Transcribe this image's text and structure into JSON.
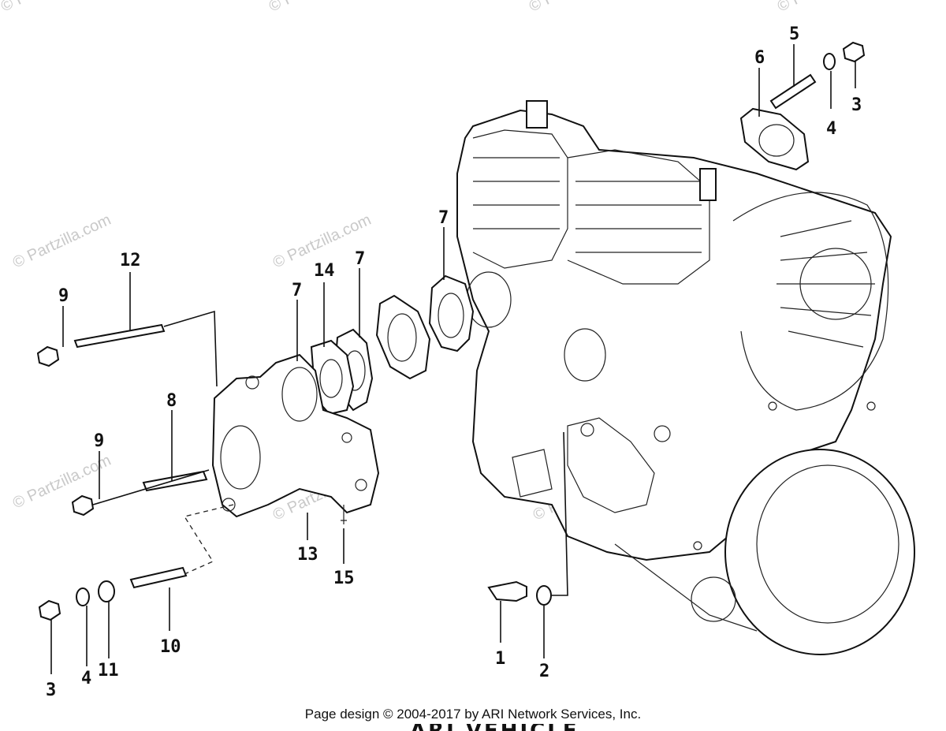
{
  "watermark": "© Partzilla.com",
  "callouts": [
    "1",
    "2",
    "3",
    "3",
    "4",
    "4",
    "5",
    "6",
    "7",
    "7",
    "7",
    "8",
    "9",
    "9",
    "10",
    "11",
    "12",
    "13",
    "14",
    "15"
  ],
  "footer": {
    "copyright": "Page design © 2004-2017 by ARI Network Services, Inc.",
    "cut_text": "ARI VEHICLE"
  },
  "colors": {
    "line": "#111111",
    "watermark": "#c9c9c9",
    "background": "#ffffff"
  }
}
